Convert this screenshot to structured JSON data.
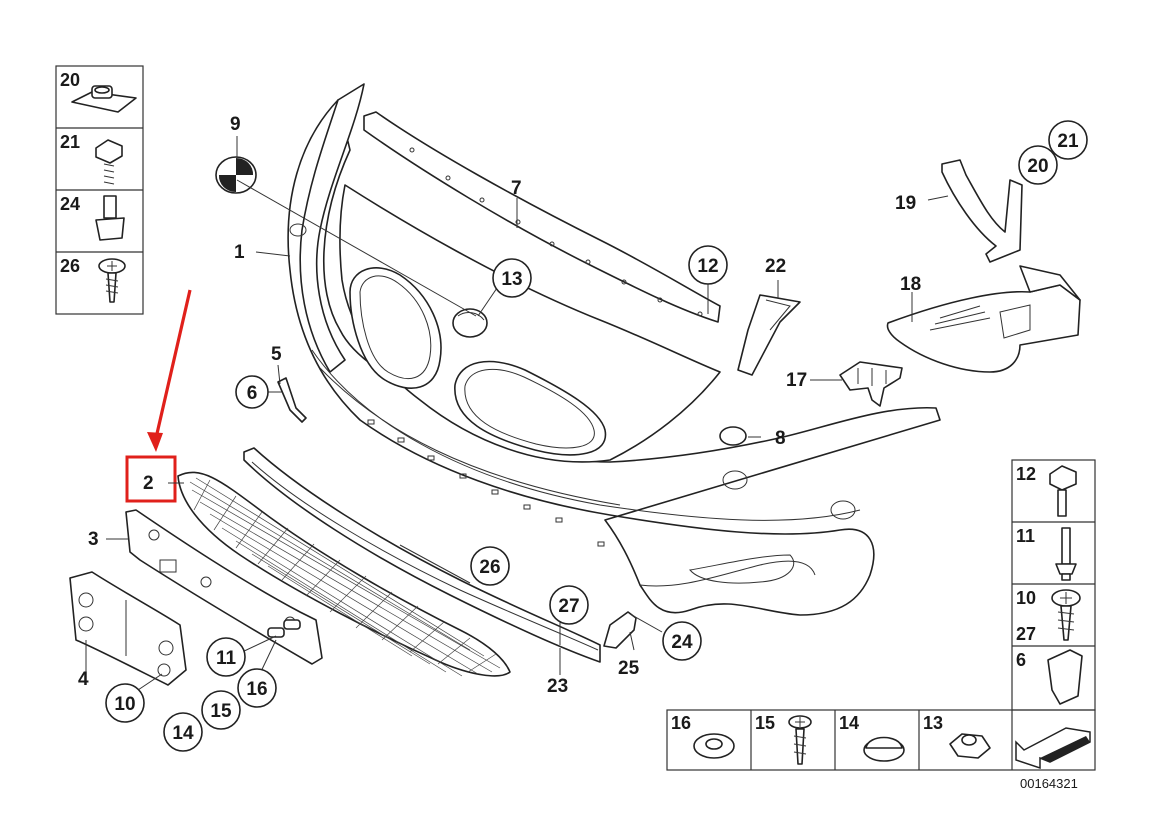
{
  "callouts": {
    "c1": "1",
    "c2": "2",
    "c3": "3",
    "c4": "4",
    "c5": "5",
    "c6": "6",
    "c7": "7",
    "c8": "8",
    "c9": "9",
    "c10": "10",
    "c11": "11",
    "c12": "12",
    "c13": "13",
    "c14": "14",
    "c15": "15",
    "c16": "16",
    "c17": "17",
    "c18": "18",
    "c19": "19",
    "c20": "20",
    "c21": "21",
    "c22": "22",
    "c23": "23",
    "c24": "24",
    "c25": "25",
    "c26": "26",
    "c27": "27"
  },
  "left_legend": [
    "20",
    "21",
    "24",
    "26"
  ],
  "right_legend": [
    {
      "num": "12",
      "num2": ""
    },
    {
      "num": "11",
      "num2": ""
    },
    {
      "num": "10",
      "num2": "27"
    },
    {
      "num": "6",
      "num2": ""
    }
  ],
  "bottom_legend": [
    "16",
    "15",
    "14",
    "13"
  ],
  "reference_number": "00164321",
  "highlight": {
    "target": "2",
    "color": "#e0201b"
  }
}
